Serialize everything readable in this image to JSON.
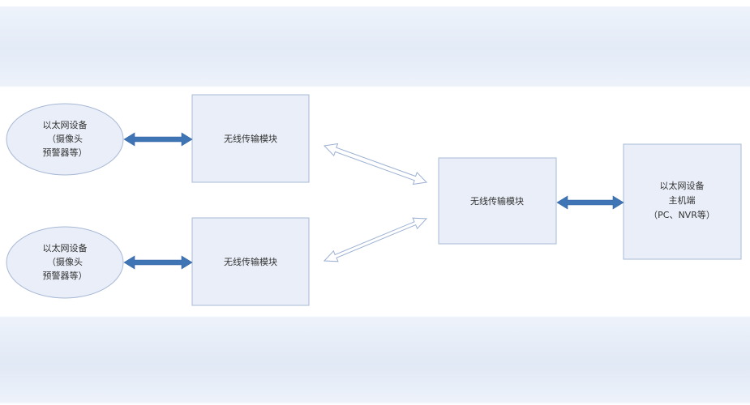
{
  "colors": {
    "box_fill": "#e9eef8",
    "box_stroke": "#a8b9d6",
    "solid_arrow": "#3f74b5",
    "hollow_arrow_stroke": "#9bb0d2"
  },
  "nodes": {
    "device_1": {
      "lines": [
        "以太网设备",
        "（摄像头",
        "预警器等）"
      ]
    },
    "device_2": {
      "lines": [
        "以太网设备",
        "（摄像头",
        "预警器等）"
      ]
    },
    "wireless_1": {
      "label": "无线传输模块"
    },
    "wireless_2": {
      "label": "无线传输模块"
    },
    "wireless_center": {
      "label": "无线传输模块"
    },
    "host": {
      "lines": [
        "以太网设备",
        "主机端",
        "（PC、NVR等）"
      ]
    }
  }
}
